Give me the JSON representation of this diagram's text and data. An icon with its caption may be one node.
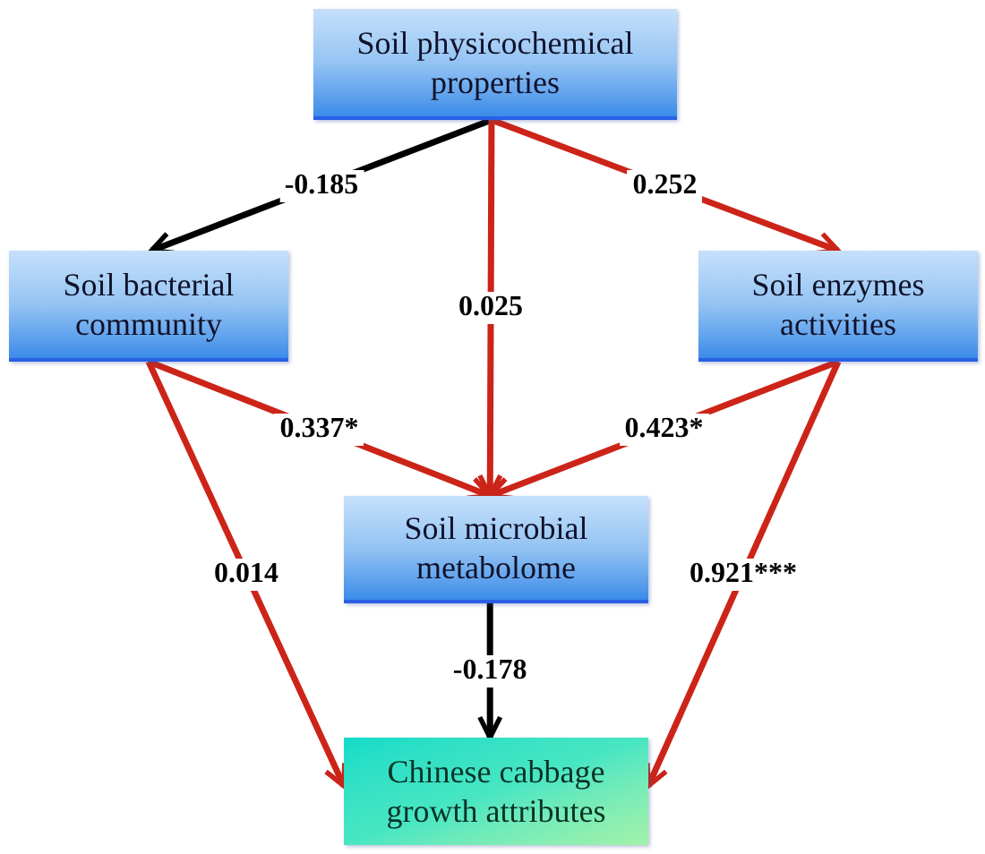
{
  "diagram": {
    "nodes": [
      {
        "text": [
          "Soil physicochemical properties"
        ]
      },
      {
        "text": [
          "Soil bacterial community"
        ]
      },
      {
        "text": [
          "Soil enzymes activities"
        ]
      },
      {
        "text": [
          "Soil microbial metabolome"
        ]
      },
      {
        "text": [
          "Chinese cabbage growth attributes"
        ]
      }
    ],
    "edges": [
      {
        "from": 0,
        "to": 1,
        "arrow": "to",
        "label": "-0.185",
        "color": "#000000"
      },
      {
        "from": 0,
        "to": 3,
        "arrow": "to",
        "label": "0.025"
      },
      {
        "from": 0,
        "to": 2,
        "arrow": "to",
        "label": "0.252"
      },
      {
        "from": 1,
        "to": 3,
        "arrow": "to",
        "label": "0.337*"
      },
      {
        "from": 2,
        "to": 3,
        "arrow": "to",
        "label": "0.423*"
      },
      {
        "from": 1,
        "to": 4,
        "arrow": "to",
        "label": "0.014"
      },
      {
        "from": 3,
        "to": 4,
        "arrow": "to",
        "label": "-0.178",
        "color": "#000000"
      },
      {
        "from": 2,
        "to": 4,
        "arrow": "to",
        "label": "0.921***"
      }
    ]
  }
}
